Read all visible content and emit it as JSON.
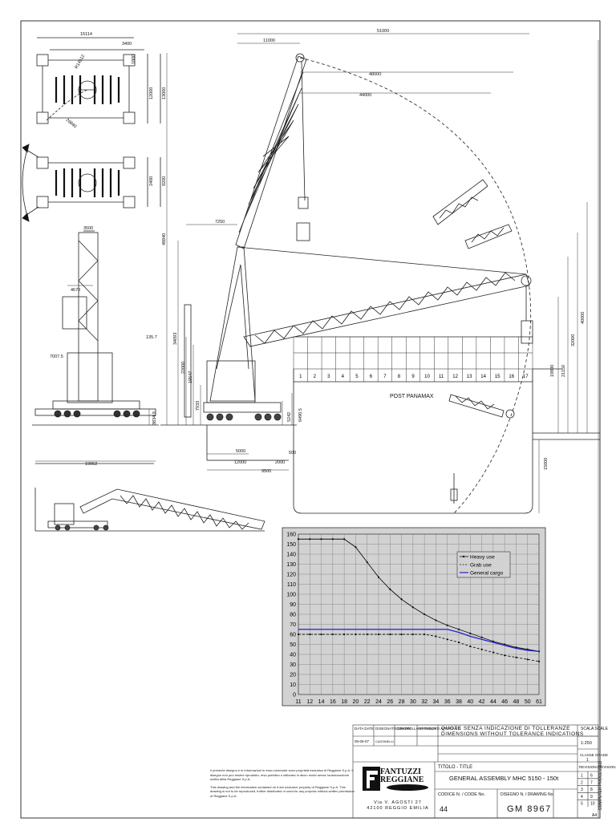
{
  "drawing": {
    "dims_top": [
      "15114",
      "3400",
      "1800",
      "12000",
      "13000",
      "2400",
      "9200",
      "R14512",
      "26840"
    ],
    "dims_main": [
      "11000",
      "51000",
      "48000",
      "44000",
      "7250",
      "48840",
      "34093",
      "22000",
      "19547",
      "7933",
      "135.7",
      "5242",
      "6490.5",
      "5000",
      "2000",
      "12000",
      "9500",
      "500",
      "40000",
      "32000",
      "21150",
      "19800",
      "15000"
    ],
    "dims_side": [
      "3500",
      "4670",
      "7007.5",
      "3834.9",
      "19062"
    ],
    "grid_numbers": [
      "1",
      "2",
      "3",
      "4",
      "5",
      "6",
      "7",
      "8",
      "9",
      "10",
      "11",
      "12",
      "13",
      "14",
      "15",
      "16",
      "17"
    ],
    "post_panamax": "POST PANAMAX"
  },
  "chart_data": {
    "type": "line",
    "x": [
      11,
      12,
      14,
      16,
      18,
      20,
      22,
      24,
      26,
      28,
      30,
      32,
      34,
      36,
      38,
      40,
      42,
      44,
      46,
      48,
      50,
      61
    ],
    "x_ticks": [
      "11",
      "12",
      "14",
      "16",
      "18",
      "20",
      "22",
      "24",
      "26",
      "28",
      "30",
      "32",
      "34",
      "36",
      "38",
      "40",
      "42",
      "44",
      "46",
      "48",
      "50",
      "61"
    ],
    "y_ticks": [
      "0",
      "10",
      "20",
      "30",
      "40",
      "50",
      "60",
      "70",
      "80",
      "90",
      "100",
      "110",
      "120",
      "130",
      "140",
      "150",
      "160"
    ],
    "ylim": [
      0,
      160
    ],
    "grid": true,
    "legend_position": "top-right",
    "series": [
      {
        "name": "Heavy use",
        "color": "#111111",
        "style": "solid-markers",
        "values": [
          155,
          155,
          155,
          155,
          155,
          147,
          132,
          117,
          105,
          95,
          87,
          80,
          74,
          69,
          65,
          61,
          57,
          53,
          50,
          47,
          45,
          43
        ]
      },
      {
        "name": "Grab use",
        "color": "#111111",
        "style": "dashed",
        "values": [
          60,
          60,
          60,
          60,
          60,
          60,
          60,
          60,
          60,
          60,
          60,
          60,
          58,
          55,
          52,
          48,
          45,
          42,
          39,
          37,
          35,
          33
        ]
      },
      {
        "name": "General cargo",
        "color": "#2222cc",
        "style": "solid",
        "values": [
          65,
          65,
          65,
          65,
          65,
          65,
          65,
          65,
          65,
          65,
          65,
          65,
          65,
          65,
          62,
          58,
          55,
          52,
          49,
          46,
          44,
          43
        ]
      }
    ]
  },
  "title_block": {
    "headers": [
      "DATA\nDATE",
      "DISEGNATO\nDRAWN",
      "CONTROLLATO\nCHECK",
      "APPROVATO\nAPPROVED"
    ],
    "tolerance_it": "QUOTE SENZA INDICAZIONE DI TOLLERANZE",
    "tolerance_en": "DIMENSIONS WITHOUT TOLERANCE INDICATIONS",
    "scale_label": "SCALA\nSCALE",
    "scale_value": "1:250",
    "date": "05-06-07",
    "drawn_by": "CASSINELLI",
    "classe": "CLASSE\nGRADE",
    "classe_value": "1",
    "title_label": "TITOLO - TITLE",
    "title": "GENERAL ASSEMBLY MHC 5150 - 150t",
    "code_label": "CODICE N. / CODE No.",
    "code": "44",
    "drawing_label": "DISEGNO N. / DRAWING No.",
    "drawing_no": "GM 8967",
    "revisions": [
      "1",
      "2",
      "3",
      "4",
      "5",
      "6",
      "7",
      "8",
      "9",
      "10"
    ],
    "rev_label": "REVISIONI\nREVISION",
    "sheet": "A4",
    "vertical": "COMPUTER PROCESSED",
    "company": "FANTUZZI\nREGGIANE",
    "address": "Via V. AGOSTI 27\n42100 REGGIO EMILIA"
  },
  "notice": {
    "it": "Il presente disegno e le informazioni in esso contenute sono proprietà esclusiva di Reggiane S.p.A. Il disegno non può essere riprodotto, reso pubblico o utilizzato in alcun modo senza l'autorizzazione scritta della Reggiane S.p.A.",
    "en": "This drawing and the information contained on it are exclusive property of Reggiane S.p.A. This drawing is not to be reproduced, further distributed or used for any purpose without written permission of Reggiane S.p.A."
  }
}
